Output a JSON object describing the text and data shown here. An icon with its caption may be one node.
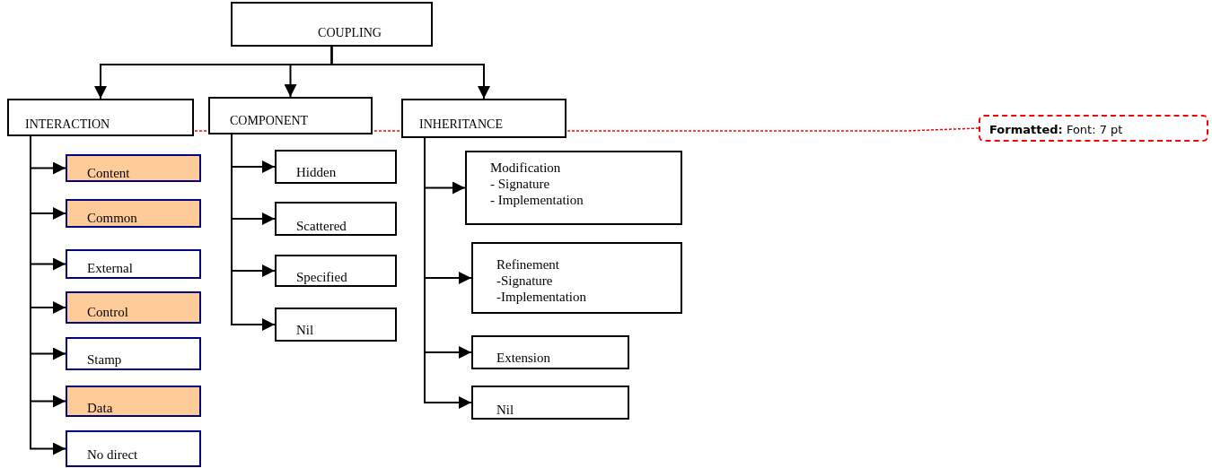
{
  "diagram": {
    "nodes": [
      {
        "text": [
          "COUPLING"
        ]
      },
      {
        "text": [
          "INTERACTION"
        ]
      },
      {
        "text": [
          "COMPONENT"
        ]
      },
      {
        "text": [
          "INHERITANCE"
        ]
      },
      {
        "text": [
          "Content"
        ]
      },
      {
        "text": [
          "Common"
        ]
      },
      {
        "text": [
          "External"
        ]
      },
      {
        "text": [
          "Control"
        ]
      },
      {
        "text": [
          "Stamp"
        ]
      },
      {
        "text": [
          "Data"
        ]
      },
      {
        "text": [
          "No direct"
        ]
      },
      {
        "text": [
          "Hidden"
        ]
      },
      {
        "text": [
          "Scattered"
        ]
      },
      {
        "text": [
          "Specified"
        ]
      },
      {
        "text": [
          "Nil"
        ]
      },
      {
        "text": [
          "Modification",
          "- Signature",
          "- Implementation"
        ]
      },
      {
        "text": [
          "Refinement",
          "-Signature",
          "-Implementation"
        ]
      },
      {
        "text": [
          "Extension"
        ]
      },
      {
        "text": [
          "Nil"
        ]
      },
      {
        "text": [
          "**Formatted:** Font: 7 pt"
        ]
      }
    ],
    "edges": [
      {
        "from": 0,
        "to": 1,
        "arrow": "to"
      },
      {
        "from": 0,
        "to": 2,
        "arrow": "to"
      },
      {
        "from": 0,
        "to": 3,
        "arrow": "to"
      },
      {
        "from": 1,
        "to": 4,
        "arrow": "to"
      },
      {
        "from": 1,
        "to": 5,
        "arrow": "to"
      },
      {
        "from": 1,
        "to": 6,
        "arrow": "to"
      },
      {
        "from": 1,
        "to": 7,
        "arrow": "to"
      },
      {
        "from": 1,
        "to": 8,
        "arrow": "to"
      },
      {
        "from": 1,
        "to": 9,
        "arrow": "to"
      },
      {
        "from": 1,
        "to": 10,
        "arrow": "to"
      },
      {
        "from": 2,
        "to": 11,
        "arrow": "to"
      },
      {
        "from": 2,
        "to": 12,
        "arrow": "to"
      },
      {
        "from": 2,
        "to": 13,
        "arrow": "to"
      },
      {
        "from": 2,
        "to": 14,
        "arrow": "to"
      },
      {
        "from": 3,
        "to": 15,
        "arrow": "to"
      },
      {
        "from": 3,
        "to": 16,
        "arrow": "to"
      },
      {
        "from": 3,
        "to": 17,
        "arrow": "to"
      },
      {
        "from": 3,
        "to": 18,
        "arrow": "to"
      },
      {
        "from": 19,
        "to": 1,
        "arrow": "none",
        "style": "dashed",
        "color": "#ff0000"
      }
    ]
  }
}
